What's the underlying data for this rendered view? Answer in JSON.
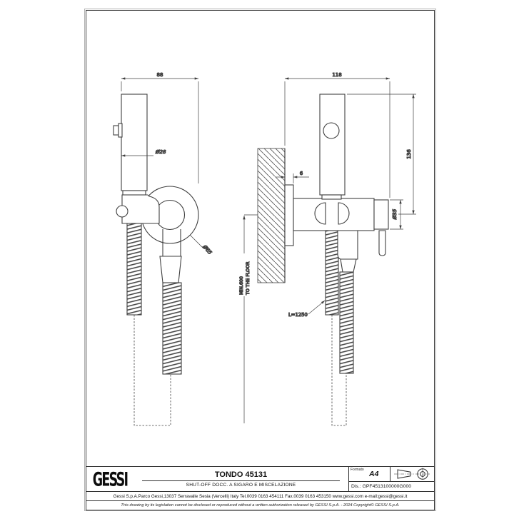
{
  "sheet": {
    "logo": "GESSI",
    "title": "TONDO 45131",
    "subtitle": "SHUT-OFF DOCC. A SIGARO E MISCELAZIONE",
    "format_label": "Formato",
    "format_value": "A4",
    "drawing_number_label": "Dis.:",
    "drawing_number": "GPF4513100000G000",
    "address": "Gessi S.p.A.Parco Gessi,13037 Serravalle Sesia (Vercelli) Italy Tel.0039 0163 454111 Fax.0039 0163 453150 www.gessi.com e-mail:gessi@gessi.it",
    "disclaimer": "This drawing by its legislation cannot be disclosed or reproduced without a written authorization released by GESSI S.p.A. - 2024 Copyright© GESSI S.p.A."
  },
  "dimensions": {
    "front_width": "88",
    "handle_diameter": "Ø28",
    "holder_diameter": "Ø65",
    "side_depth": "118",
    "height_from_top": "136",
    "body_diameter": "Ø35",
    "plate_thickness": "6",
    "hose_length": "L=1250",
    "floor_clearance_line1": "MIN.600",
    "floor_clearance_line2": "TO THE FLOOR"
  },
  "colors": {
    "line": "#3f3f3f",
    "thin_line": "#4a4a4a",
    "text": "#2e2e2e",
    "border": "#3c3c3c"
  }
}
